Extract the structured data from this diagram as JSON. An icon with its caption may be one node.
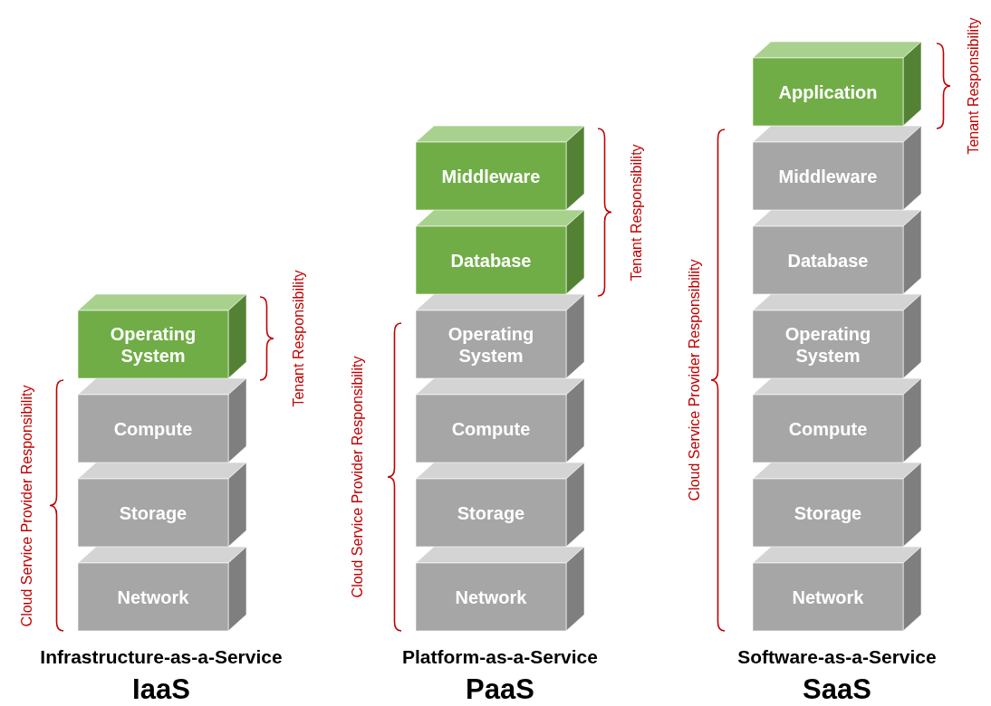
{
  "diagram": {
    "nodes": [
      {
        "text": [
          "Operating System"
        ]
      },
      {
        "text": [
          "Compute"
        ]
      },
      {
        "text": [
          "Storage"
        ]
      },
      {
        "text": [
          "Network"
        ]
      },
      {
        "text": [
          "Middleware"
        ]
      },
      {
        "text": [
          "Database"
        ]
      },
      {
        "text": [
          "Operating System"
        ]
      },
      {
        "text": [
          "Compute"
        ]
      },
      {
        "text": [
          "Storage"
        ]
      },
      {
        "text": [
          "Network"
        ]
      },
      {
        "text": [
          "Application"
        ]
      },
      {
        "text": [
          "Middleware"
        ]
      },
      {
        "text": [
          "Database"
        ]
      },
      {
        "text": [
          "Operating System"
        ]
      },
      {
        "text": [
          "Compute"
        ]
      },
      {
        "text": [
          "Storage"
        ]
      },
      {
        "text": [
          "Network"
        ]
      }
    ],
    "edges": [],
    "labels": [
      "Cloud Service Provider Responsibility",
      "Tenant Responsibility",
      "Infrastructure-as-a-Service",
      "IaaS",
      "Cloud Service Provider Responsibility",
      "Tenant Responsibility",
      "Platform-as-a-Service",
      "PaaS",
      "Cloud Service Provider Responsibility",
      "Tenant Responsibility",
      "Software-as-a-Service",
      "SaaS"
    ]
  }
}
